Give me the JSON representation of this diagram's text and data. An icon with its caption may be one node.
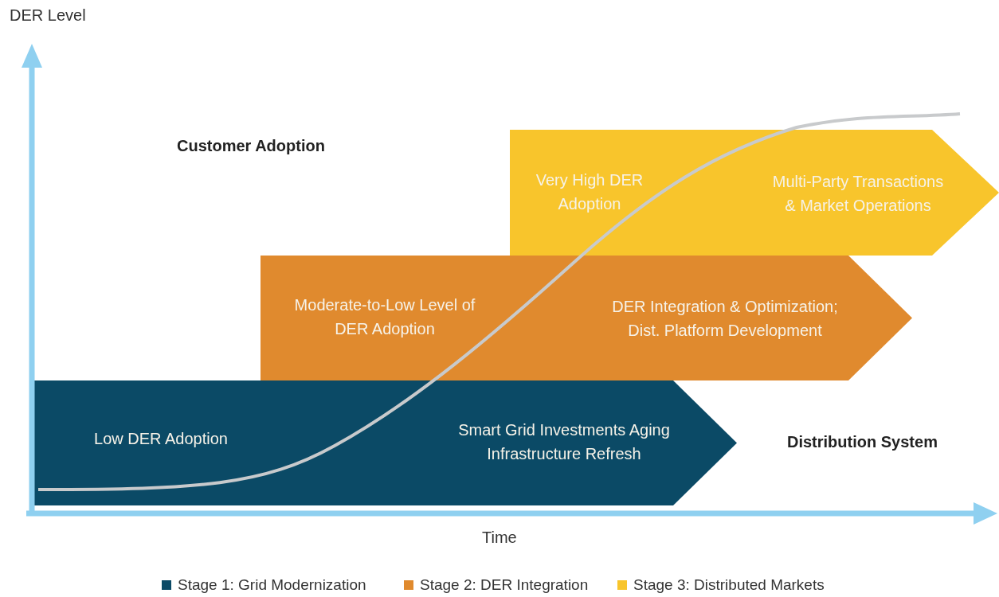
{
  "diagram": {
    "nodes": [
      {
        "text": [
          "Very High DER Adoption",
          "Multi-Party Transactions & Market Operations"
        ]
      },
      {
        "text": [
          "Moderate-to-Low Level of DER Adoption",
          "DER Integration & Optimization; Dist. Platform Development"
        ]
      },
      {
        "text": [
          "Low DER Adoption",
          "Smart Grid Investments Aging Infrastructure Refresh"
        ]
      }
    ],
    "edges": [],
    "labels": [
      "DER Level",
      "Customer Adoption",
      "Distribution System",
      "Time"
    ],
    "legend": [
      {
        "text": "Stage 1: Grid Modernization",
        "color": "#0b4a66"
      },
      {
        "text": "Stage 2: DER Integration",
        "color": "#e08a2e"
      },
      {
        "text": "Stage 3: Distributed Markets",
        "color": "#f8c52c"
      }
    ]
  }
}
